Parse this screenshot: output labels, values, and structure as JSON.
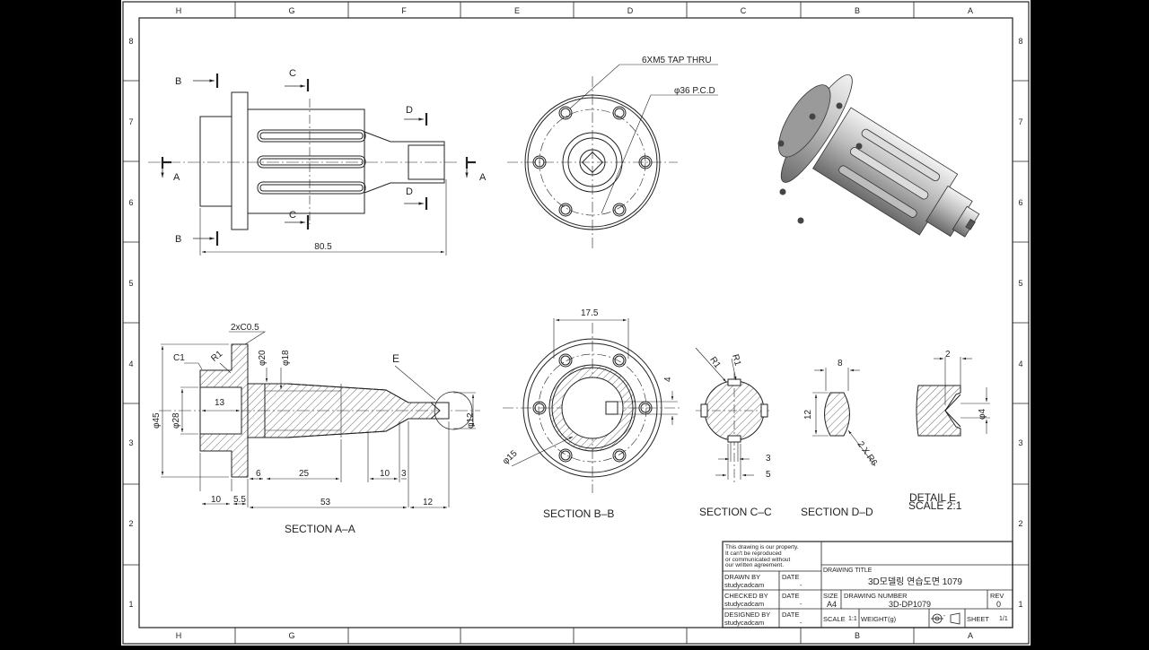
{
  "frame": {
    "columns": [
      "H",
      "G",
      "F",
      "E",
      "D",
      "C",
      "B",
      "A"
    ],
    "rows": [
      "8",
      "7",
      "6",
      "5",
      "4",
      "3",
      "2",
      "1"
    ]
  },
  "colors": {
    "line": "#222222",
    "hatch": "#444444",
    "background": "#ffffff",
    "outside": "#000000"
  },
  "front_view": {
    "section_marks": {
      "a": "A",
      "b": "B",
      "c": "C",
      "d": "D"
    },
    "dim_length": "80.5"
  },
  "end_view": {
    "callout_tap": "6XM5 TAP THRU",
    "callout_pcd": "φ36 P.C.D"
  },
  "section_aa": {
    "title": "SECTION A–A",
    "dims": {
      "chamfer1": "C1",
      "radius1": "R1",
      "chamfer2": "2xC0.5",
      "dia20": "φ20",
      "dia18": "φ18",
      "dia45": "φ45",
      "dia28": "φ28",
      "d13": "13",
      "detail_ref": "E",
      "dia12": "φ12",
      "d6": "6",
      "d25": "25",
      "d10a": "10",
      "d3": "3",
      "d10b": "10",
      "d55": "5.5",
      "d53": "53",
      "d12": "12"
    }
  },
  "section_bb": {
    "title": "SECTION B–B",
    "d175": "17.5",
    "d4": "4",
    "dia15": "φ15"
  },
  "section_cc": {
    "title": "SECTION C–C",
    "r1a": "R1",
    "r1b": "R1",
    "d3": "3",
    "d5": "5"
  },
  "section_dd": {
    "title": "SECTION D–D",
    "d8": "8",
    "d12": "12",
    "r6": "2 X R6"
  },
  "detail_e": {
    "title": "DETAIL E",
    "scale": "SCALE 2:1",
    "d2": "2",
    "dia4": "φ4"
  },
  "title_block": {
    "property_note": "This drawing is our property.\nIt can't be reproduced\nor communicated without\nour written agreement.",
    "drawing_title_label": "DRAWING TITLE",
    "drawing_title": "3D모델링 연습도면 1079",
    "drawn_by_label": "DRAWN BY",
    "drawn_by": "studycadcam",
    "checked_by_label": "CHECKED BY",
    "checked_by": "studycadcam",
    "designed_by_label": "DESIGNED BY",
    "designed_by": "studycadcam",
    "date_label": "DATE",
    "date_value": "-",
    "size_label": "SIZE",
    "size": "A4",
    "drawing_number_label": "DRAWING NUMBER",
    "drawing_number": "3D-DP1079",
    "rev_label": "REV",
    "rev": "0",
    "scale_label": "SCALE",
    "scale": "1:1",
    "weight_label": "WEIGHT(g)",
    "weight": "-",
    "sheet_label": "SHEET",
    "sheet": "1/1"
  }
}
